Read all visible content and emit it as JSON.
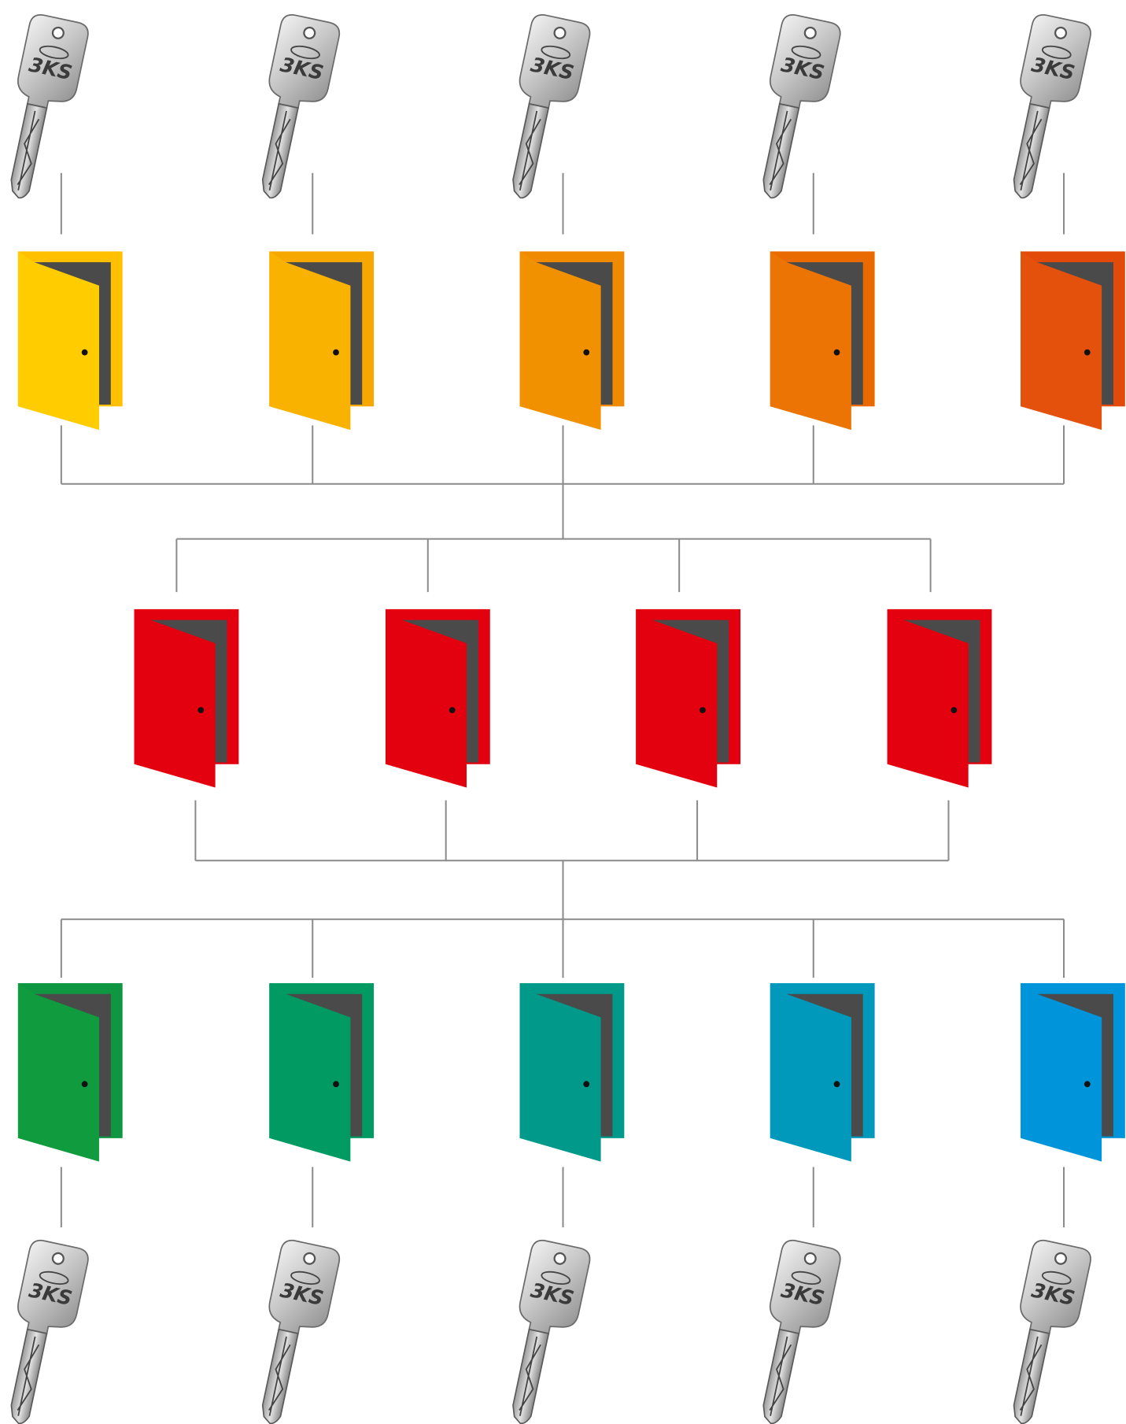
{
  "diagram": {
    "type": "master-key-hierarchy",
    "key_brand_text": "3KS",
    "line_color": "#8a8a8a",
    "door_frame_color": "#4a4a4a",
    "top_keys": {
      "icon": "key-icon",
      "count": 5
    },
    "top_doors": [
      {
        "color": "#FFCC00",
        "frame": "#FFC000"
      },
      {
        "color": "#F9B200",
        "frame": "#F6A800"
      },
      {
        "color": "#F29100",
        "frame": "#F08A00"
      },
      {
        "color": "#EC7404",
        "frame": "#E96B00"
      },
      {
        "color": "#E4510C",
        "frame": "#E24A0A"
      }
    ],
    "middle_doors": [
      {
        "color": "#E3000F",
        "frame": "#E3000F"
      },
      {
        "color": "#E3000F",
        "frame": "#E3000F"
      },
      {
        "color": "#E3000F",
        "frame": "#E3000F"
      },
      {
        "color": "#E3000F",
        "frame": "#E3000F"
      }
    ],
    "bottom_doors": [
      {
        "color": "#109B3E",
        "frame": "#0E9640"
      },
      {
        "color": "#009A62",
        "frame": "#009A62"
      },
      {
        "color": "#00998A",
        "frame": "#00998A"
      },
      {
        "color": "#0099BB",
        "frame": "#0099BB"
      },
      {
        "color": "#0095DB",
        "frame": "#0095DB"
      }
    ],
    "bottom_keys": {
      "icon": "key-icon",
      "count": 5
    }
  }
}
